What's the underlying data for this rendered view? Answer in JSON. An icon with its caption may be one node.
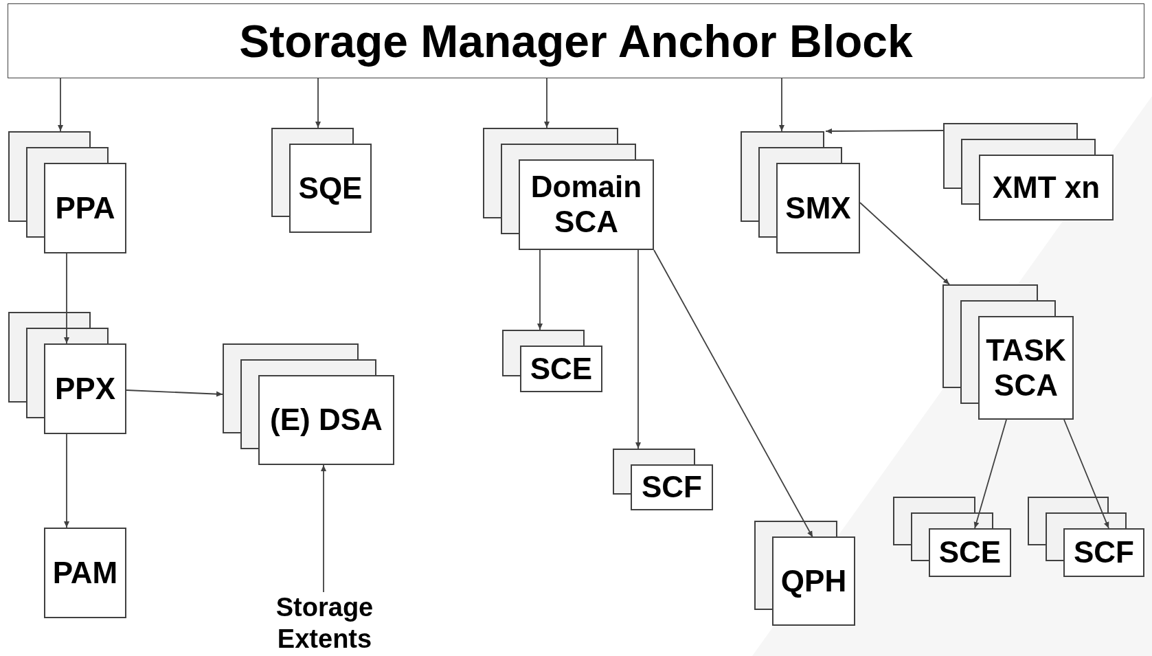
{
  "diagram": {
    "nodes": [
      {
        "text": [
          "Storage Manager Anchor Block"
        ]
      },
      {
        "text": [
          "PPA"
        ]
      },
      {
        "text": [
          "SQE"
        ]
      },
      {
        "text": [
          "Domain SCA"
        ]
      },
      {
        "text": [
          "SMX"
        ]
      },
      {
        "text": [
          "XMT xn"
        ]
      },
      {
        "text": [
          "PPX"
        ]
      },
      {
        "text": [
          "(E) DSA"
        ]
      },
      {
        "text": [
          "SCE"
        ]
      },
      {
        "text": [
          "TASK SCA"
        ]
      },
      {
        "text": [
          "SCF"
        ]
      },
      {
        "text": [
          "PAM"
        ]
      },
      {
        "text": [
          "Storage Extents"
        ]
      },
      {
        "text": [
          "QPH"
        ]
      },
      {
        "text": [
          "SCE"
        ]
      },
      {
        "text": [
          "SCF"
        ]
      }
    ],
    "edges": [
      {
        "from": 0,
        "to": 1,
        "arrow": "to"
      },
      {
        "from": 0,
        "to": 2,
        "arrow": "to"
      },
      {
        "from": 0,
        "to": 3,
        "arrow": "to"
      },
      {
        "from": 0,
        "to": 4,
        "arrow": "to"
      },
      {
        "from": 5,
        "to": 4,
        "arrow": "to"
      },
      {
        "from": 4,
        "to": 9,
        "arrow": "to"
      },
      {
        "from": 1,
        "to": 6,
        "arrow": "to"
      },
      {
        "from": 6,
        "to": 7,
        "arrow": "to"
      },
      {
        "from": 6,
        "to": 11,
        "arrow": "to"
      },
      {
        "from": 12,
        "to": 7,
        "arrow": "to"
      },
      {
        "from": 3,
        "to": 8,
        "arrow": "to"
      },
      {
        "from": 3,
        "to": 10,
        "arrow": "to"
      },
      {
        "from": 3,
        "to": 13,
        "arrow": "to"
      },
      {
        "from": 9,
        "to": 14,
        "arrow": "to"
      },
      {
        "from": 9,
        "to": 15,
        "arrow": "to"
      }
    ]
  }
}
